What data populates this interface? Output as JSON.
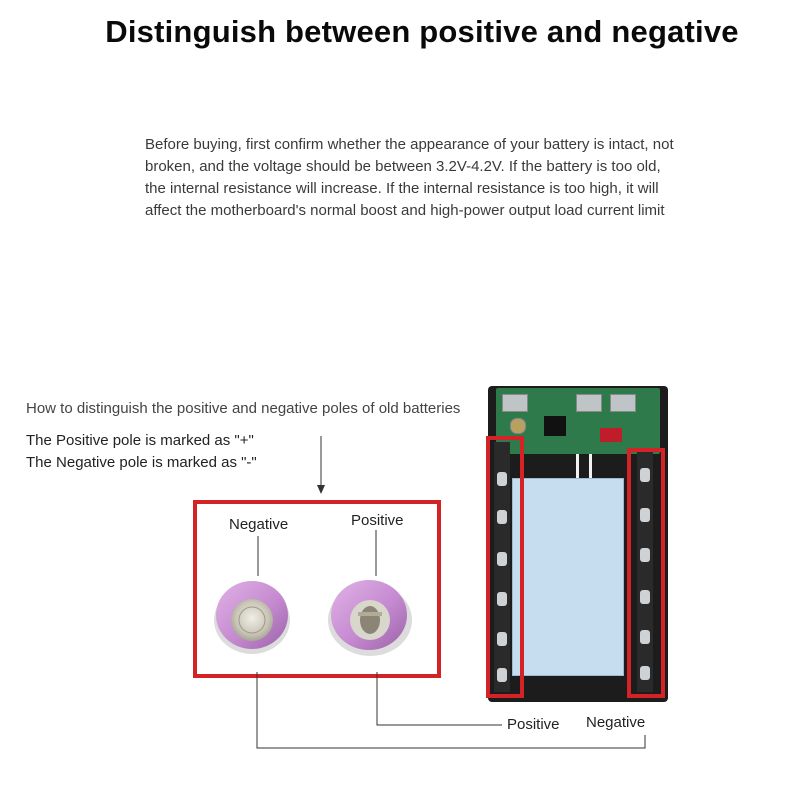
{
  "title": "Distinguish between positive and negative",
  "intro": "Before buying, first confirm whether the appearance of your battery is intact, not broken, and the voltage should be between 3.2V-4.2V. If the battery is too old, the internal resistance will increase. If the internal resistance is too high, it will affect the motherboard's normal boost and high-power output load current limit",
  "howto": "How to distinguish the positive and negative poles of old batteries",
  "pole_lines": [
    "The Positive pole is marked as \"+\"",
    "The Negative pole is marked as \"-\""
  ],
  "cells": {
    "negative_label": "Negative",
    "positive_label": "Positive"
  },
  "device": {
    "positive_label": "Positive",
    "negative_label": "Negative"
  },
  "colors": {
    "frame_red": "#d42326",
    "battery_wrap": "#c58ad0",
    "pcb_green": "#2f7a4a",
    "cell_holder": "#c6dcef"
  }
}
